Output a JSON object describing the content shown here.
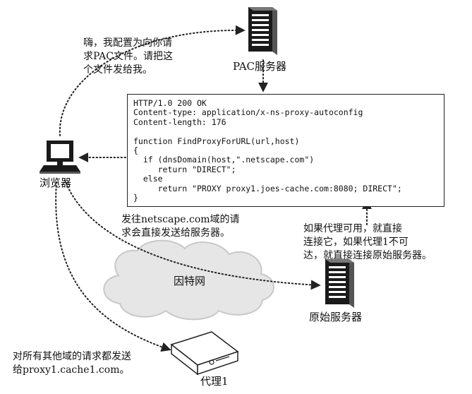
{
  "labels": {
    "pac_server": "PAC服务器",
    "browser": "浏览器",
    "internet": "因特网",
    "origin_server": "原始服务器",
    "proxy": "代理1"
  },
  "notes": {
    "browser_request": "嗨，我配置为向你请\n求PAC文件。请把这\n个文件发给我。",
    "netscape_note": "发往netscape.com域的请\n求会直接发送给服务器。",
    "proxy_note": "如果代理可用，就直接\n连接它，如果代理1不可\n达，就直接连接原始服务器。",
    "other_domains": "对所有其他域的请求都发送\n给proxy1.cache1.com。"
  },
  "pac_response": {
    "lines": [
      "HTTP/1.0 200 OK",
      "Content-type: application/x-ns-proxy-autoconfig",
      "Content-length: 176",
      "",
      "function FindProxyForURL(url,host)",
      "{",
      "  if (dnsDomain(host,\".netscape.com\")",
      "     return \"DIRECT\";",
      "  else",
      "     return \"PROXY proxy1.joes-cache.com:8080; DIRECT\";",
      "}"
    ]
  },
  "icons": {
    "pac_server": "server-tower-icon",
    "browser": "computer-icon",
    "internet": "cloud-icon",
    "origin_server": "server-tower-icon",
    "proxy": "proxy-box-icon"
  },
  "colors": {
    "line": "#222222",
    "cloud_fill": "#e6e6e6",
    "cloud_stroke": "#c8c8c8"
  }
}
